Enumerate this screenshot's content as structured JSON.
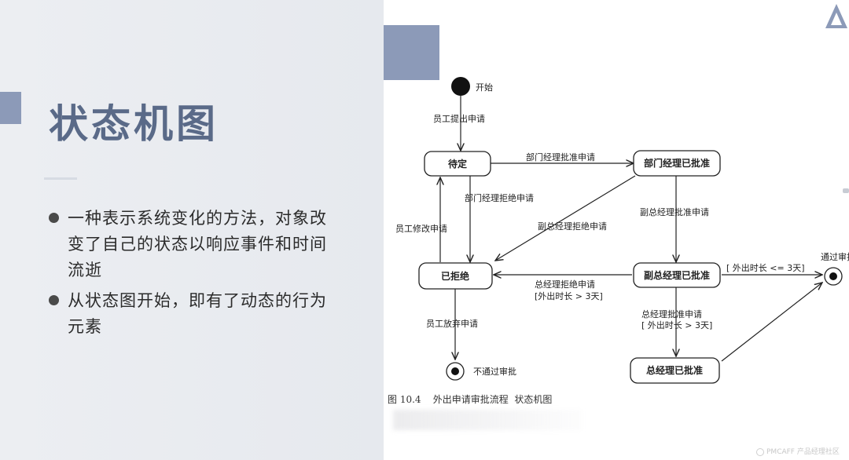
{
  "slide": {
    "title": "状态机图",
    "bullets": [
      "一种表示系统变化的方法，对象改变了自己的状态以响应事件和时间流逝",
      "从状态图开始，即有了动态的行为元素"
    ]
  },
  "diagram": {
    "start_label": "开始",
    "states": {
      "pending": "待定",
      "dept_approved": "部门经理已批准",
      "deputy_approved": "副总经理已批准",
      "rejected": "已拒绝",
      "gm_approved": "总经理已批准"
    },
    "finals": {
      "passed": "通过审批",
      "not_passed": "不通过审批"
    },
    "transitions": {
      "submit": "员工提出申请",
      "dept_approve": "部门经理批准申请",
      "dept_reject": "部门经理拒绝申请",
      "employee_modify": "员工修改申请",
      "deputy_reject": "副总经理拒绝申请",
      "deputy_approve": "副总经理批准申请",
      "out_le_3": "[ 外出时长 <= 3天]",
      "gm_reject": "总经理拒绝申请",
      "gm_reject_guard": "[外出时长 > 3天]",
      "gm_approve": "总经理批准申请",
      "gm_approve_guard": "[ 外出时长 > 3天]",
      "employee_give_up": "员工放弃申请"
    },
    "caption": "图 10.4    外出申请审批流程  状态机图"
  },
  "watermark": "PMCAFF 产品经理社区",
  "colors": {
    "accent": "#8c9ab8",
    "title": "#5a6a88",
    "left_panel": "#e9ebef"
  }
}
